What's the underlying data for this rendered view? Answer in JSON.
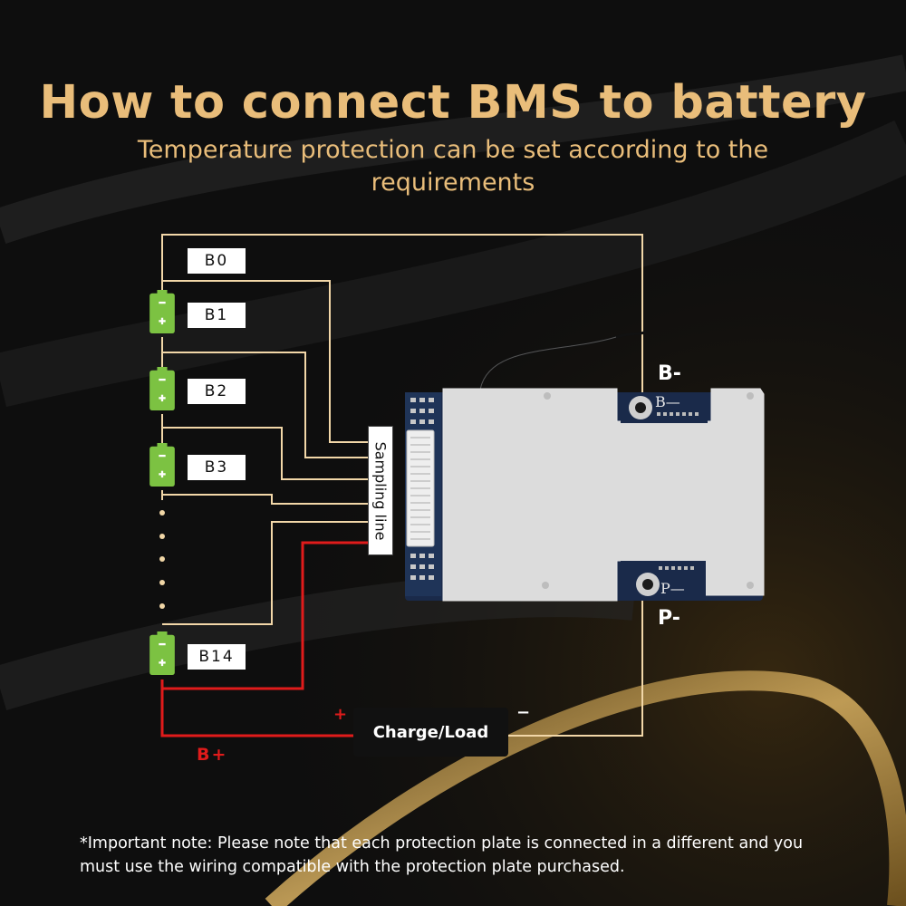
{
  "title": "How to connect BMS to battery",
  "subtitle": "Temperature protection can be set according to the requirements",
  "cells": [
    {
      "label": "B0"
    },
    {
      "label": "B1"
    },
    {
      "label": "B2"
    },
    {
      "label": "B3"
    },
    {
      "label": "B14"
    }
  ],
  "sampling_label": "Sampling line",
  "board": {
    "b_minus_terminal": "B-",
    "p_minus_terminal": "P-",
    "silk_b": "B—",
    "silk_p": "P—"
  },
  "charge_load": {
    "label": "Charge/Load",
    "plus_sign": "+",
    "minus_sign": "−"
  },
  "b_plus_label": "B+",
  "note": "*Important note: Please note that each protection plate is connected in a different and you must use the wiring compatible with the protection plate purchased.",
  "colors": {
    "title": "#e9bd7a",
    "wire_beige": "#f2d7a8",
    "wire_red": "#e01b1b",
    "battery_green": "#7cc242"
  },
  "icons": [
    "battery-cell-icon",
    "ellipsis-dots-icon",
    "bms-board-icon"
  ]
}
